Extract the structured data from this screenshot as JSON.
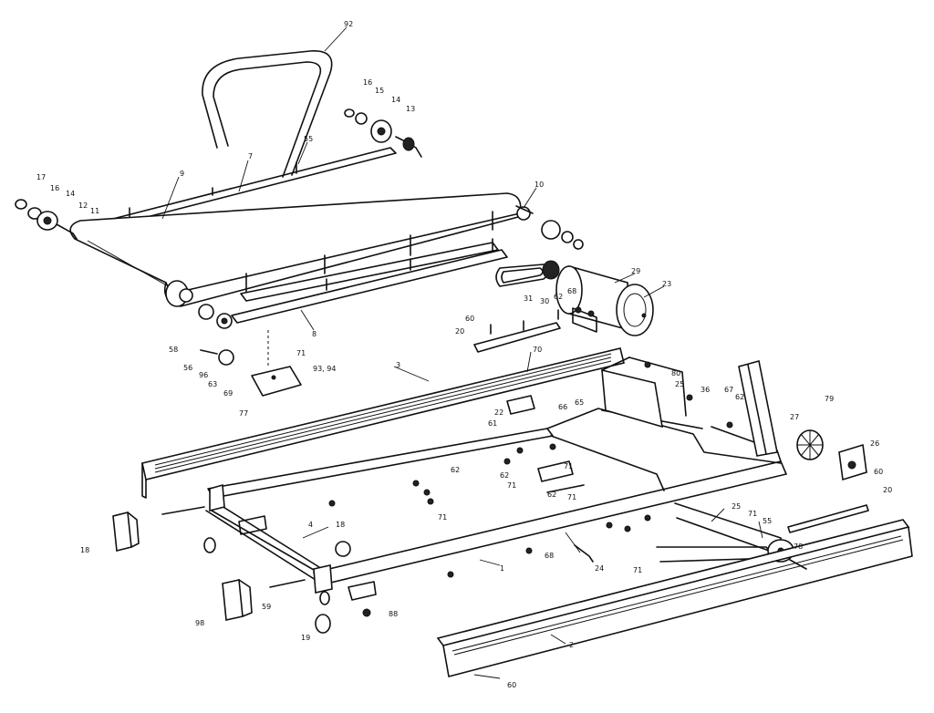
{
  "callouts": [
    {
      "id": "92",
      "text": "92"
    },
    {
      "id": "16a",
      "text": "16"
    },
    {
      "id": "15a",
      "text": "15"
    },
    {
      "id": "14a",
      "text": "14"
    },
    {
      "id": "13a",
      "text": "13"
    },
    {
      "id": "17",
      "text": "17"
    },
    {
      "id": "16b",
      "text": "16"
    },
    {
      "id": "14b",
      "text": "14"
    },
    {
      "id": "12",
      "text": "12"
    },
    {
      "id": "11",
      "text": "11"
    },
    {
      "id": "9",
      "text": "9"
    },
    {
      "id": "7",
      "text": "7"
    },
    {
      "id": "55a",
      "text": "55"
    },
    {
      "id": "10",
      "text": "10"
    },
    {
      "id": "8",
      "text": "8"
    },
    {
      "id": "29",
      "text": "29"
    },
    {
      "id": "23",
      "text": "23"
    },
    {
      "id": "30",
      "text": "30"
    },
    {
      "id": "31",
      "text": "31"
    },
    {
      "id": "62a",
      "text": "62"
    },
    {
      "id": "68a",
      "text": "68"
    },
    {
      "id": "60a",
      "text": "60"
    },
    {
      "id": "20a",
      "text": "20"
    },
    {
      "id": "70",
      "text": "70"
    },
    {
      "id": "58",
      "text": "58"
    },
    {
      "id": "56",
      "text": "56"
    },
    {
      "id": "96",
      "text": "96"
    },
    {
      "id": "63",
      "text": "63"
    },
    {
      "id": "69",
      "text": "69"
    },
    {
      "id": "71a",
      "text": "71"
    },
    {
      "id": "9394",
      "text": "93, 94"
    },
    {
      "id": "77",
      "text": "77"
    },
    {
      "id": "3",
      "text": "3"
    },
    {
      "id": "80",
      "text": "80"
    },
    {
      "id": "25a",
      "text": "25"
    },
    {
      "id": "36",
      "text": "36"
    },
    {
      "id": "67",
      "text": "67"
    },
    {
      "id": "62b",
      "text": "62"
    },
    {
      "id": "22",
      "text": "22"
    },
    {
      "id": "61",
      "text": "61"
    },
    {
      "id": "66",
      "text": "66"
    },
    {
      "id": "65",
      "text": "65"
    },
    {
      "id": "79",
      "text": "79"
    },
    {
      "id": "27",
      "text": "27"
    },
    {
      "id": "26",
      "text": "26"
    },
    {
      "id": "62c",
      "text": "62"
    },
    {
      "id": "71b",
      "text": "71"
    },
    {
      "id": "71c",
      "text": "71"
    },
    {
      "id": "62d",
      "text": "62"
    },
    {
      "id": "71d",
      "text": "71"
    },
    {
      "id": "62e",
      "text": "62"
    },
    {
      "id": "71e",
      "text": "71"
    },
    {
      "id": "60b",
      "text": "60"
    },
    {
      "id": "20b",
      "text": "20"
    },
    {
      "id": "25b",
      "text": "25"
    },
    {
      "id": "71f",
      "text": "71"
    },
    {
      "id": "55b",
      "text": "55"
    },
    {
      "id": "78",
      "text": "78"
    },
    {
      "id": "18a",
      "text": "18"
    },
    {
      "id": "4",
      "text": "4"
    },
    {
      "id": "18b",
      "text": "18"
    },
    {
      "id": "68b",
      "text": "68"
    },
    {
      "id": "24",
      "text": "24"
    },
    {
      "id": "71g",
      "text": "71"
    },
    {
      "id": "1",
      "text": "1"
    },
    {
      "id": "59",
      "text": "59"
    },
    {
      "id": "98",
      "text": "98"
    },
    {
      "id": "19",
      "text": "19"
    },
    {
      "id": "88",
      "text": "88"
    },
    {
      "id": "2",
      "text": "2"
    },
    {
      "id": "60c",
      "text": "60"
    }
  ]
}
